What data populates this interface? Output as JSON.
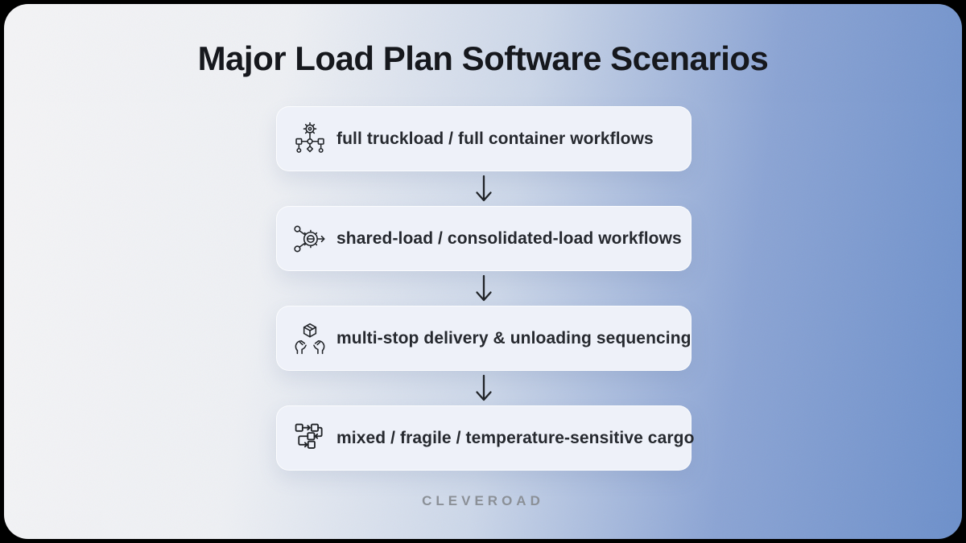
{
  "page": {
    "title": "Major Load Plan Software Scenarios",
    "brand": "CLEVEROAD"
  },
  "flow": {
    "steps": [
      {
        "icon": "workflow-gear-hierarchy-icon",
        "label": "full truckload / full container workflows"
      },
      {
        "icon": "gear-share-arrow-icon",
        "label": "shared-load / consolidated-load workflows"
      },
      {
        "icon": "hands-holding-box-icon",
        "label": "multi-stop delivery & unloading sequencing"
      },
      {
        "icon": "flowchart-sequence-icon",
        "label": "mixed / fragile / temperature-sensitive cargo"
      }
    ],
    "connector_symbol": "↓"
  },
  "colors": {
    "frame": "#000000",
    "background_left": "#f4f4f6",
    "background_mid": "#ccd7e9",
    "background_right": "#6d90cb",
    "card_background": "#eef1f9",
    "title_text": "#16181d",
    "card_text": "#26292f",
    "icon_stroke": "#212428",
    "brand_text": "#8b9097"
  }
}
